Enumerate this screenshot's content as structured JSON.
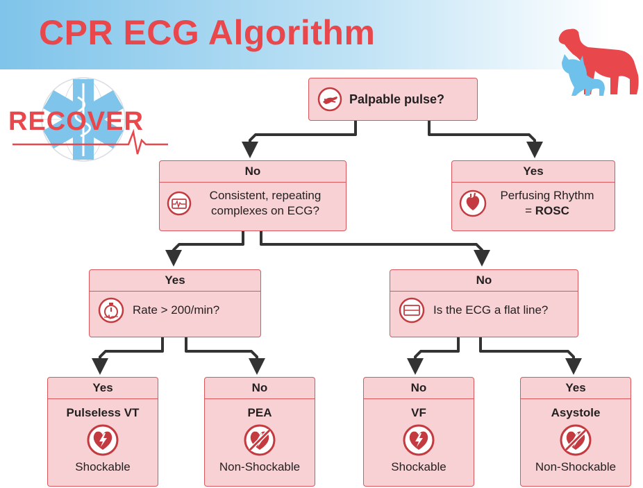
{
  "header": {
    "title": "CPR ECG Algorithm"
  },
  "logo": {
    "text": "RECOVER"
  },
  "colors": {
    "accent_red": "#e8474c",
    "box_fill": "#f7d1d3",
    "box_border": "#d9575c",
    "arrow": "#333333",
    "header_blue": "#7fc4ea",
    "cat_blue": "#6ec1ea"
  },
  "flow": {
    "top": {
      "icon": "pulse-hand-icon",
      "question": "Palpable pulse?"
    },
    "no_branch": {
      "answer": "No",
      "icon": "ecg-monitor-icon",
      "question": "Consistent, repeating complexes on ECG?"
    },
    "yes_branch": {
      "answer": "Yes",
      "icon": "heart-icon",
      "result_line1": "Perfusing Rhythm",
      "result_prefix": "= ",
      "result_bold": "ROSC"
    },
    "rate_branch": {
      "answer": "Yes",
      "icon": "stopwatch-icon",
      "question": "Rate > 200/min?"
    },
    "flat_branch": {
      "answer": "No",
      "icon": "flat-line-monitor-icon",
      "question": "Is the ECG a flat line?"
    },
    "leaves": [
      {
        "answer": "Yes",
        "name": "Pulseless VT",
        "icon": "shockable-icon",
        "status": "Shockable"
      },
      {
        "answer": "No",
        "name": "PEA",
        "icon": "non-shockable-icon",
        "status": "Non-Shockable"
      },
      {
        "answer": "No",
        "name": "VF",
        "icon": "shockable-icon",
        "status": "Shockable"
      },
      {
        "answer": "Yes",
        "name": "Asystole",
        "icon": "non-shockable-icon",
        "status": "Non-Shockable"
      }
    ]
  }
}
